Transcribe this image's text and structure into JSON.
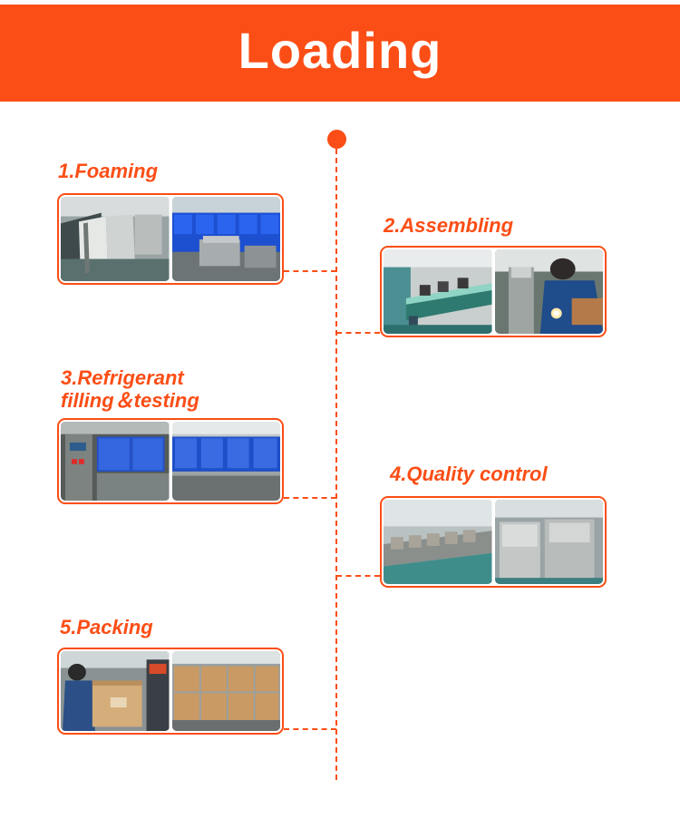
{
  "banner": {
    "title": "Loading"
  },
  "steps": [
    {
      "title": "1.Foaming",
      "photos": [
        "foaming-panels-photo",
        "foaming-blue-molds-photo"
      ]
    },
    {
      "title": "2.Assembling",
      "photos": [
        "assembly-line-photo",
        "worker-welding-photo"
      ]
    },
    {
      "title_line1": "3.Refrigerant",
      "title_line2": "filling＆testing",
      "photos": [
        "filling-station-photo",
        "testing-line-photo"
      ]
    },
    {
      "title": "4.Quality control",
      "photos": [
        "quality-line-photo",
        "wrapped-machines-photo"
      ]
    },
    {
      "title": "5.Packing",
      "photos": [
        "worker-packing-photo",
        "carton-stack-photo"
      ]
    }
  ],
  "colors": {
    "accent": "#fb4e16",
    "background": "#ffffff",
    "banner_text": "#ffffff"
  }
}
